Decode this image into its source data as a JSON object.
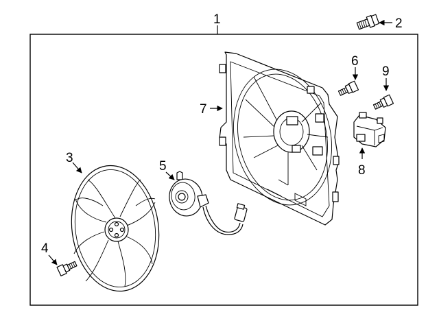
{
  "callouts": [
    {
      "id": "1",
      "label": "1",
      "part": "Fan assembly"
    },
    {
      "id": "2",
      "label": "2",
      "part": "Bolt"
    },
    {
      "id": "3",
      "label": "3",
      "part": "Fan blade"
    },
    {
      "id": "4",
      "label": "4",
      "part": "Bolt"
    },
    {
      "id": "5",
      "label": "5",
      "part": "Fan motor"
    },
    {
      "id": "6",
      "label": "6",
      "part": "Bolt"
    },
    {
      "id": "7",
      "label": "7",
      "part": "Shroud"
    },
    {
      "id": "8",
      "label": "8",
      "part": "Resistor"
    },
    {
      "id": "9",
      "label": "9",
      "part": "Bolt"
    }
  ],
  "colors": {
    "ink": "#000000",
    "background": "#ffffff"
  }
}
